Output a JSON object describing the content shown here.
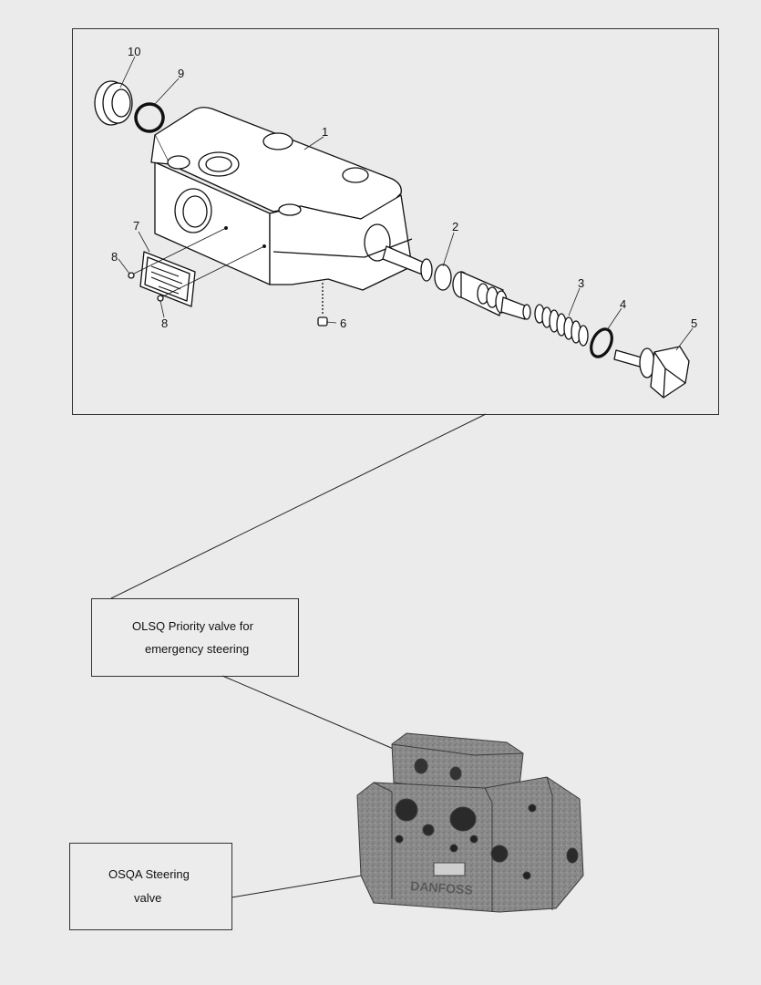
{
  "part_numbers": [
    "10",
    "9",
    "1",
    "2",
    "3",
    "4",
    "5",
    "6",
    "7",
    "8",
    "8"
  ],
  "callout_olsq": {
    "line1": "OLSQ Priority valve for",
    "line2": "emergency steering"
  },
  "callout_osqa": {
    "line1": "OSQA Steering",
    "line2": "valve"
  },
  "photo_brand_text": "DANFOSS"
}
